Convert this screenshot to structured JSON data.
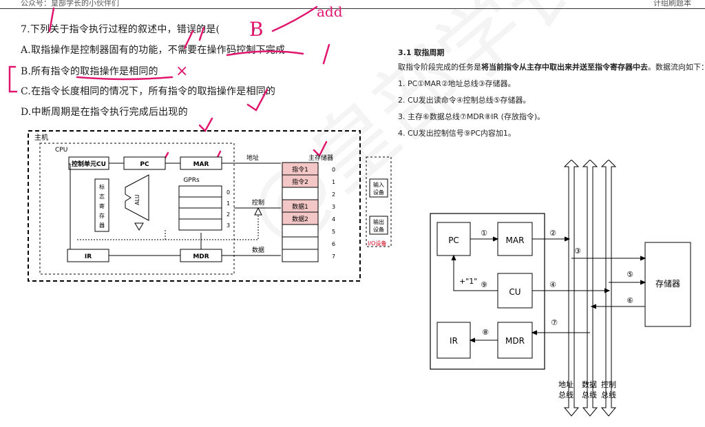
{
  "header": {
    "left": "公众号：皇部学长的小伙伴们",
    "right": "计组刷题本"
  },
  "question": {
    "stem": "7.下列关于指令执行过程的叙述中，错误的是(",
    "paren_close": ")",
    "option_a": "A.取指操作是控制器固有的功能，不需要在操作码控制下完成",
    "option_b": "B.所有指令的取指操作是相同的",
    "option_c": "C.在指令长度相同的情况下，所有指令的取指操作是相同的",
    "option_d": "D.中断周期是在指令执行完成后出现的"
  },
  "annotations": {
    "answer": "B",
    "note": "add",
    "wrong": "×",
    "check": "✓"
  },
  "diagram_left": {
    "host": "主机",
    "cpu": "CPU",
    "cu": "控制单元CU",
    "pc": "PC",
    "mar": "MAR",
    "flags": [
      "标",
      "志",
      "寄",
      "存",
      "器"
    ],
    "alu": "ALU",
    "gprs": "GPRs",
    "gpr_idx": [
      "0",
      "1",
      "2",
      "3"
    ],
    "ir": "IR",
    "mdr": "MDR",
    "addr": "地址",
    "ctrl": "控制",
    "data": "数据",
    "mem": "主存储器",
    "mem_cells": [
      "指令1",
      "指令2",
      "",
      "数据1",
      "数据2",
      "",
      "",
      ""
    ],
    "mem_idx": [
      "0",
      "1",
      "2",
      "3",
      "4",
      "5",
      "6",
      "7"
    ],
    "in_dev": [
      "输入",
      "设备"
    ],
    "out_dev": [
      "输出",
      "设备"
    ],
    "io": "I/O设备"
  },
  "section": {
    "title": "3.1 取指周期",
    "intro_a": "取指令阶段完成的任务是",
    "intro_b": "将当前指令从主存中取出来并送至指令寄存器中去",
    "intro_c": "。数据流向如下：",
    "steps": [
      "1. PC①MAR②地址总线③存储器。",
      "2. CU发出读命令④控制总线⑤存储器。",
      "3. 主存⑥数据总线⑦MDR⑧IR (存放指令)。",
      "4. CU发出控制信号⑨PC内容加1。"
    ]
  },
  "diagram_right": {
    "pc": "PC",
    "mar": "MAR",
    "cu": "CU",
    "ir": "IR",
    "mdr": "MDR",
    "mem": "存储器",
    "plus1": "+\"1\"",
    "n": [
      "①",
      "②",
      "③",
      "④",
      "⑤",
      "⑥",
      "⑦",
      "⑧",
      "⑨"
    ],
    "bus_addr": [
      "地址",
      "总线"
    ],
    "bus_data": [
      "数据",
      "总线"
    ],
    "bus_ctrl": [
      "控制",
      "总线"
    ]
  },
  "watermark": "@皇部学长"
}
